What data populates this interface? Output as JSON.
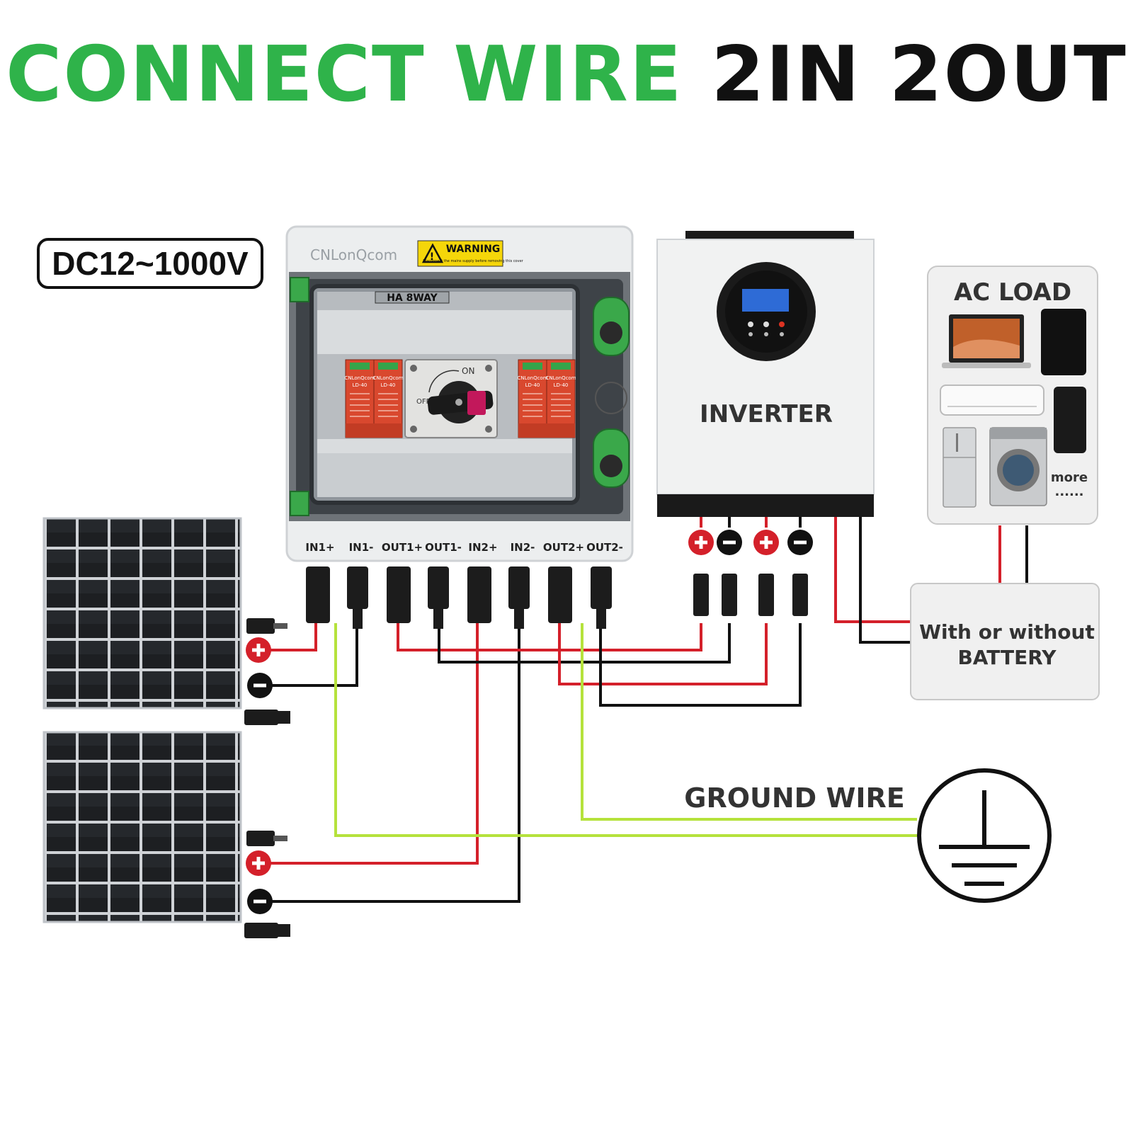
{
  "title": {
    "part1": "CONNECT WIRE",
    "part2": "2IN 2OUT"
  },
  "voltage_label": "DC12~1000V",
  "combiner_box": {
    "brand": "CNLonQcom",
    "warning_title": "WARNING",
    "warning_text": "Disconnect the mains supply before removing this cover",
    "model": "HA 8WAY",
    "switch_on": "ON",
    "switch_off": "OFF",
    "spd_brand": "CNLonQcom",
    "spd_model": "LD-40",
    "ports": [
      "IN1+",
      "IN1-",
      "OUT1+",
      "OUT1-",
      "IN2+",
      "IN2-",
      "OUT2+",
      "OUT2-"
    ]
  },
  "inverter": {
    "label": "INVERTER"
  },
  "ac_load": {
    "title": "AC LOAD",
    "more": "more",
    "dots": "......"
  },
  "battery": {
    "line1": "With or without",
    "line2": "BATTERY"
  },
  "ground": {
    "label": "GROUND WIRE"
  },
  "colors": {
    "title_green": "#2fb34a",
    "wire_red": "#d4202a",
    "wire_black": "#111111",
    "wire_ground": "#b5e23c",
    "terminal_green": "#3aa84a",
    "spd_red": "#d9482e"
  }
}
